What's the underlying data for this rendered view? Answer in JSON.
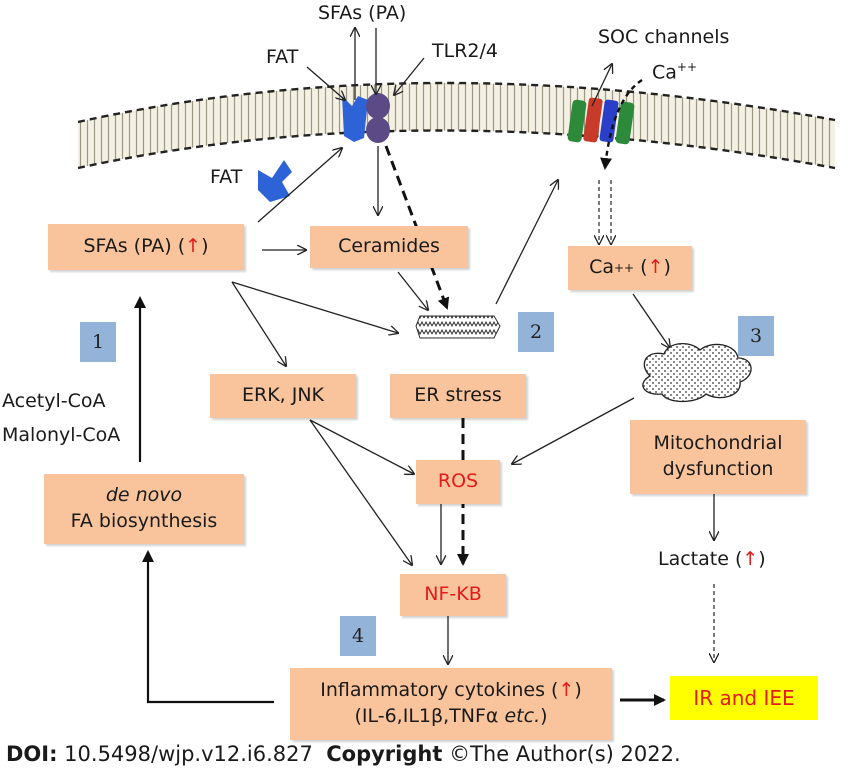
{
  "membrane_labels": {
    "sfas_pa_top": "SFAs (PA)",
    "fat_top": "FAT",
    "tlr": "TLR2/4",
    "soc_channels": "SOC channels",
    "ca_top": "Ca",
    "ca_top_sup": "++",
    "fat_free": "FAT"
  },
  "boxes": {
    "sfas_pa": "SFAs (PA)",
    "ceramides": "Ceramides",
    "ca_box": "Ca",
    "ca_box_sup": "++",
    "erk_jnk": "ERK, JNK",
    "er_stress": "ER stress",
    "mito_line1": "Mitochondrial",
    "mito_line2": "dysfunction",
    "ros": "ROS",
    "nfkb": "NF-KB",
    "denovo_italic": "de novo",
    "denovo_line2": "FA biosynthesis",
    "cytokines_line1": "Inflammatory cytokines",
    "cytokines_line2a": "(IL-6,IL1β,TNFα ",
    "cytokines_line2_italic": "etc.",
    "cytokines_line2b": ")",
    "ir_iee": "IR and IEE"
  },
  "up_arrow": "↑",
  "free_labels": {
    "acetyl": "Acetyl-CoA",
    "malonyl": "Malonyl-CoA",
    "lactate": "Lactate"
  },
  "numbers": [
    "1",
    "2",
    "3",
    "4"
  ],
  "footer": {
    "doi_label": "DOI:",
    "doi_value": " 10.5498/wjp.v12.i6.827",
    "copyright_label": "Copyright",
    "copyright_value": " ©The Author(s) 2022."
  },
  "colors": {
    "box_fill": "#f9c49b",
    "number_badge": "#93b3d9",
    "highlight_red": "#e21b1b",
    "highlight_yellow": "#ffff00",
    "fat_blue": "#2e63d8",
    "tlr_purple": "#5c4a86",
    "soc_green": "#2d8a3a"
  }
}
